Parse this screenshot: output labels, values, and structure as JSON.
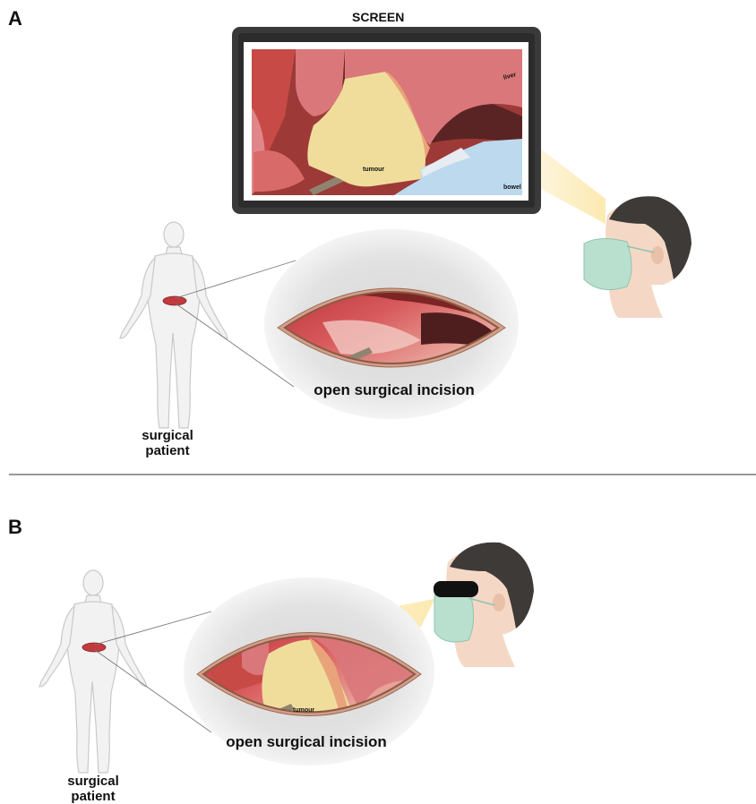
{
  "panels": {
    "a": {
      "letter": "A",
      "screen_title": "SCREEN",
      "overlay_labels": {
        "liver": "liver",
        "tumour": "tumour",
        "bowel": "bowel"
      },
      "incision_label": "open surgical incision",
      "patient_label_line1": "surgical",
      "patient_label_line2": "patient"
    },
    "b": {
      "letter": "B",
      "overlay_labels": {
        "tumour": "tumour"
      },
      "incision_label": "open surgical incision",
      "patient_label_line1": "surgical",
      "patient_label_line2": "patient"
    }
  },
  "colors": {
    "liver_overlay": "#d9777a",
    "tumour_overlay": "#f0dd9c",
    "bowel_overlay": "#bcd9ee",
    "tissue": "#c23a3e",
    "skin": "#f4d8c5",
    "mask": "#b9e0cf",
    "hair": "#3e3a37",
    "projection_beam": "#fbe7a8"
  }
}
